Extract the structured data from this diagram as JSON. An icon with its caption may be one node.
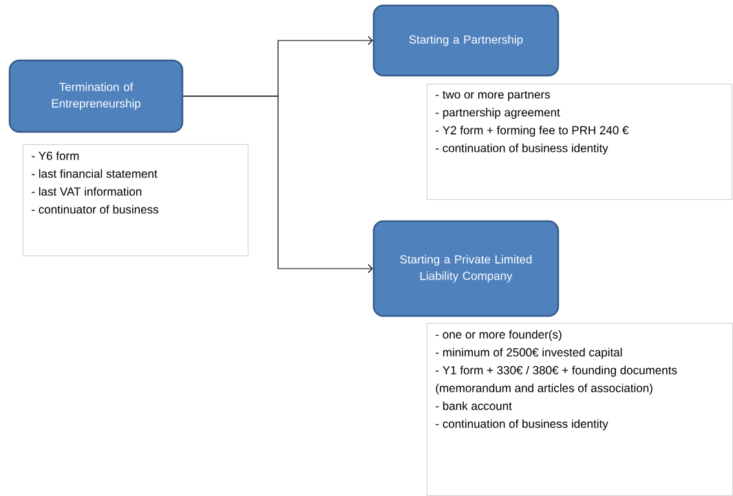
{
  "diagram": {
    "nodes": [
      {
        "text": [
          "Termination of Entrepreneurship"
        ]
      },
      {
        "text": [
          "- Y6 form",
          "- last financial statement",
          "- last VAT information",
          "- continuator of business"
        ]
      },
      {
        "text": [
          "Starting a Partnership"
        ]
      },
      {
        "text": [
          "- two or more partners",
          "- partnership agreement",
          "- Y2 form + forming fee to PRH 240 €",
          "- continuation of business identity"
        ]
      },
      {
        "text": [
          "Starting a Private Limited Liability Company"
        ]
      },
      {
        "text": [
          "- one or more founder(s)",
          "- minimum of 2500€ invested capital",
          "- Y1 form + 330€ / 380€ + founding documents (memorandum and articles of association)",
          "- bank account",
          "- continuation of business identity"
        ]
      }
    ],
    "edges": [
      {
        "from": 0,
        "to": 2,
        "arrow": "to"
      },
      {
        "from": 0,
        "to": 4,
        "arrow": "to"
      }
    ]
  }
}
